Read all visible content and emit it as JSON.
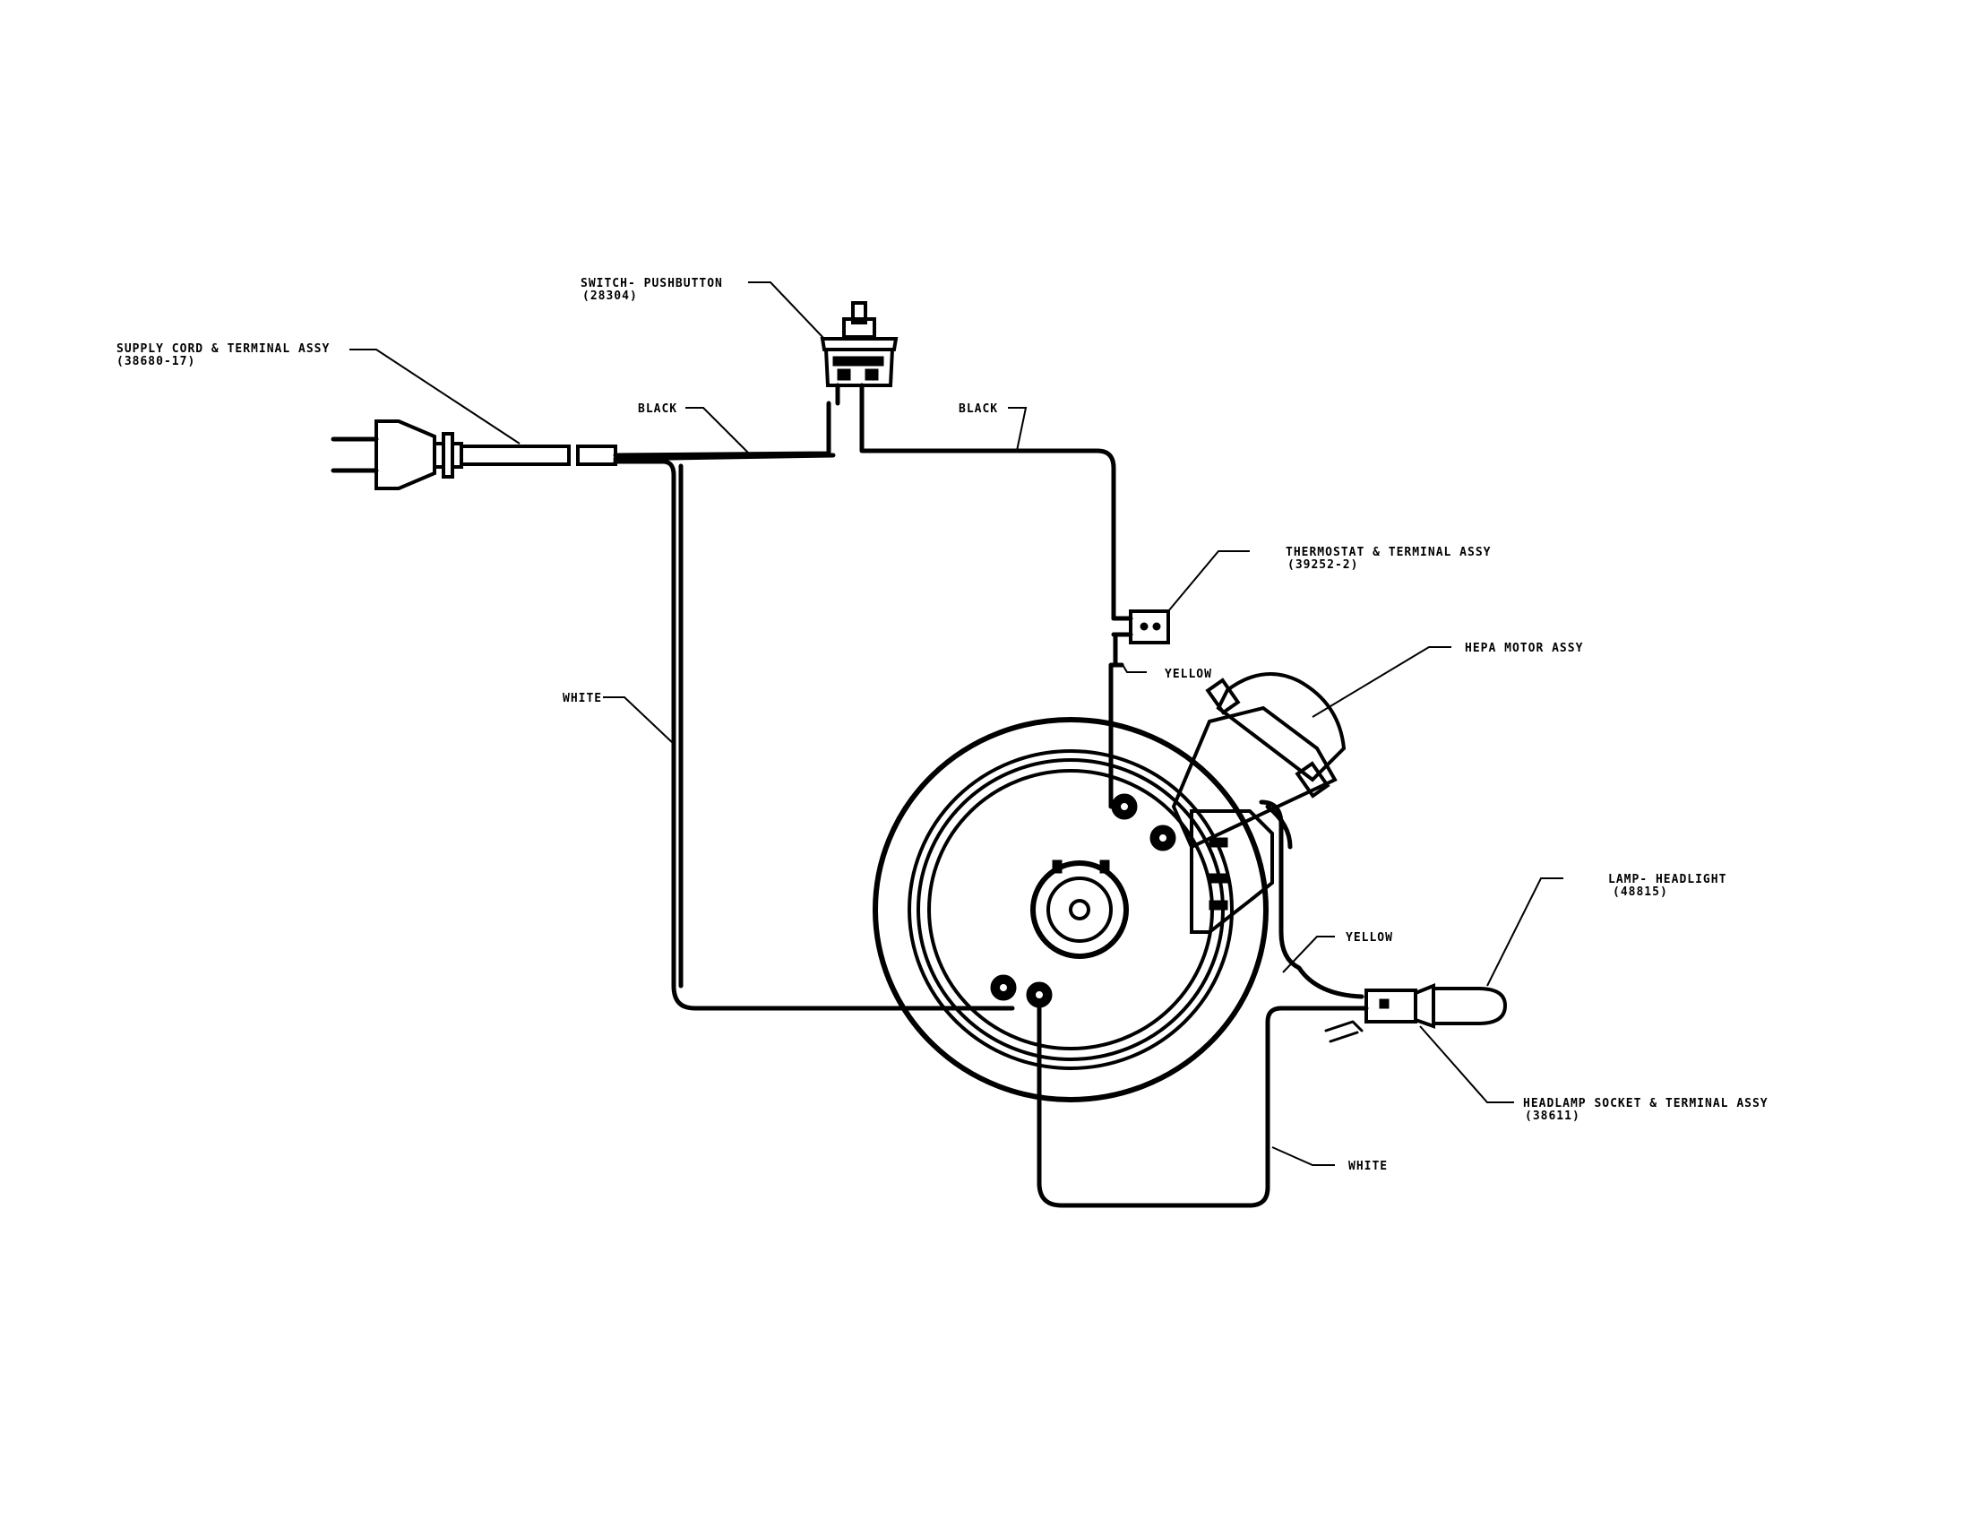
{
  "labels": {
    "switch_name": "SWITCH- PUSHBUTTON",
    "switch_part": "(28304)",
    "supply_cord_name": "SUPPLY CORD & TERMINAL ASSY",
    "supply_cord_part": "(38680-17)",
    "wire_black_left": "BLACK",
    "wire_black_right": "BLACK",
    "thermostat_name": "THERMOSTAT & TERMINAL ASSY",
    "thermostat_part": "(39252-2)",
    "wire_yellow_upper": "YELLOW",
    "motor_name": "HEPA MOTOR ASSY",
    "wire_white_left": "WHITE",
    "lamp_name": "LAMP- HEADLIGHT",
    "lamp_part": "(48815)",
    "wire_yellow_lower": "YELLOW",
    "socket_name": "HEADLAMP SOCKET & TERMINAL ASSY",
    "socket_part": "(38611)",
    "wire_white_right": "WHITE"
  },
  "colors": {
    "line": "#000000",
    "background": "#ffffff"
  }
}
